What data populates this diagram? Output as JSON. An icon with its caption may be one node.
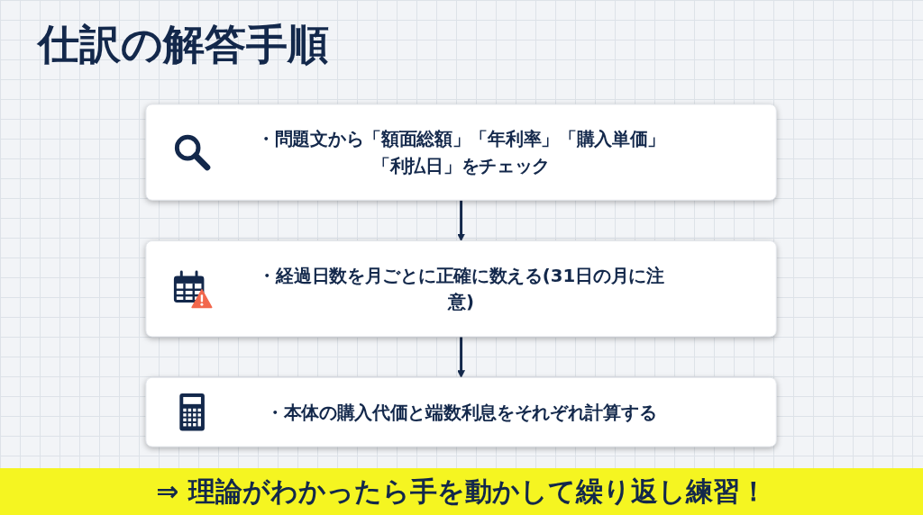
{
  "diagram": {
    "title": "仕訳の解答手順",
    "nodes": [
      {
        "text": [
          "・問題文から「額面総額」「年利率」「購入単価」「利払日」をチェック"
        ]
      },
      {
        "text": [
          "・経過日数を月ごとに正確に数える(31日の月に注意)"
        ]
      },
      {
        "text": [
          "・本体の購入代価と端数利息をそれぞれ計算する"
        ]
      }
    ],
    "edges": [
      {
        "from": 0,
        "to": 1,
        "arrow": "to"
      },
      {
        "from": 1,
        "to": 2,
        "arrow": "to"
      }
    ],
    "caption": "⇒ 理論がわかったら手を動かして繰り返し練習！"
  }
}
